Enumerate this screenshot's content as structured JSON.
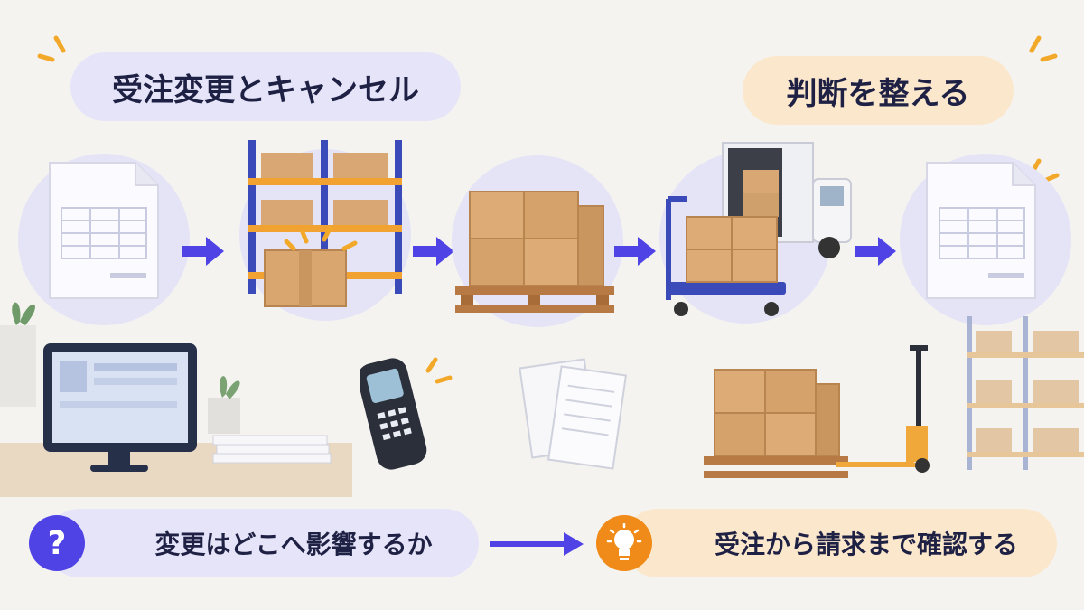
{
  "title": "受注変更とキャンセル",
  "goal": "判断を整える",
  "question": "変更はどこへ影響するか",
  "answer": "受注から請求まで確認する",
  "question_mark": "?",
  "flow_stages": [
    {
      "icon": "order-document-icon"
    },
    {
      "icon": "warehouse-rack-icon"
    },
    {
      "icon": "pallet-boxes-icon"
    },
    {
      "icon": "truck-cart-icon"
    },
    {
      "icon": "invoice-document-icon"
    }
  ],
  "colors": {
    "accent_blue": "#4f43e6",
    "accent_orange": "#f08a18",
    "lavender": "#e6e4f8",
    "peach": "#fbe8cc",
    "text_dark": "#1e2144"
  }
}
